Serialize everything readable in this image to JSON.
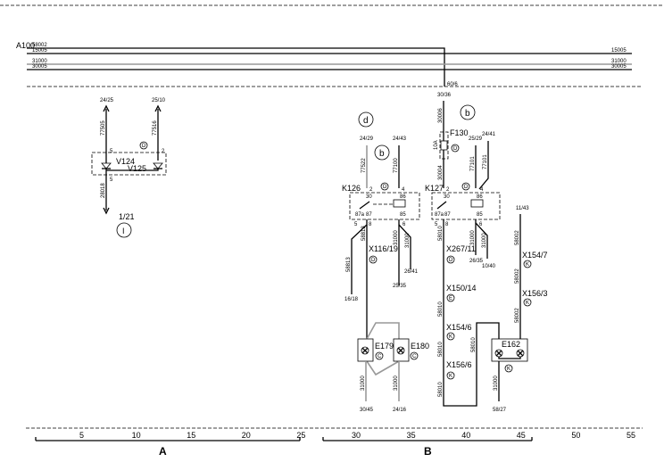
{
  "bus": {
    "name": "A100",
    "left_labels": [
      "58002",
      "15005",
      "31000",
      "30005"
    ],
    "right_labels": [
      "15005",
      "31000",
      "30005"
    ],
    "tap_label": "60/6",
    "tap_ref": "30/36"
  },
  "left_group": {
    "refs": [
      "24/25",
      "25/10"
    ],
    "wires": [
      "77505",
      "77516",
      "28018"
    ],
    "pins": [
      "5",
      "2",
      "5"
    ],
    "components": [
      "V124",
      "V125"
    ],
    "location_code": "D",
    "bottom_ref": "1/21",
    "ground": "I"
  },
  "k126": {
    "name": "K126",
    "variant_d": "d",
    "variant_b": "b",
    "location_code": "D",
    "refs_top": [
      "24/29",
      "24/43"
    ],
    "wires_top": [
      "77522",
      "77100"
    ],
    "pins": [
      "2",
      "4",
      "5",
      "8",
      "6"
    ],
    "contacts": [
      "30",
      "86",
      "87a",
      "87",
      "85"
    ],
    "wires_bottom": [
      "58813",
      "58813",
      "31000",
      "31000"
    ],
    "connector": "X116/19",
    "connector_code": "D",
    "refs_bottom": [
      "16/18",
      "25/35",
      "26/41"
    ]
  },
  "k127": {
    "name": "K127",
    "variant_b": "b",
    "fuse": "F130",
    "fuse_rating": "10A",
    "location_code": "D",
    "wires_top": [
      "30006",
      "30004",
      "77101",
      "77101"
    ],
    "refs_top": [
      "25/29",
      "24/41"
    ],
    "pins": [
      "2",
      "4",
      "5",
      "8",
      "6"
    ],
    "contacts": [
      "30",
      "86",
      "87a",
      "87",
      "85"
    ],
    "wires_bottom": [
      "58010",
      "31000",
      "31000"
    ],
    "refs_bottom": [
      "26/35",
      "10/40"
    ]
  },
  "connectors": [
    {
      "label": "X267/11",
      "code": "D"
    },
    {
      "label": "X150/14",
      "code": "E"
    },
    {
      "label": "X154/6",
      "code": "K"
    },
    {
      "label": "X156/6",
      "code": "K"
    },
    {
      "label": "X154/7",
      "code": "K"
    },
    {
      "label": "X156/3",
      "code": "K"
    }
  ],
  "lamps": {
    "e179": "E179",
    "e180": "E180",
    "e162": "E162",
    "code_c": "C",
    "code_k": "K",
    "wires": [
      "58010",
      "58010",
      "58010",
      "58010",
      "58002",
      "58002",
      "58002",
      "31000",
      "31000",
      "31000"
    ],
    "refs": [
      "30/45",
      "24/16",
      "58/27",
      "11/43"
    ]
  },
  "scale": {
    "ticks": [
      "5",
      "10",
      "15",
      "20",
      "25",
      "30",
      "35",
      "40",
      "45",
      "50",
      "55"
    ],
    "sections": [
      "A",
      "B"
    ]
  }
}
